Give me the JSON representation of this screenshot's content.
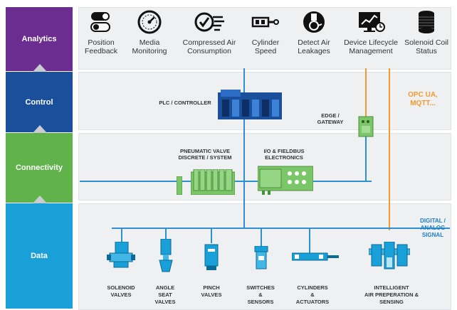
{
  "layers": {
    "analytics": "Analytics",
    "control": "Control",
    "connectivity": "Connectivity",
    "data": "Data"
  },
  "colors": {
    "analytics": "#6b2d8f",
    "control": "#1a4f9c",
    "connectivity": "#5fb34a",
    "data": "#1aa0d8",
    "bus_line": "#2d8fd0",
    "opc_line": "#f29a2e",
    "device_green": "#7cc66a"
  },
  "analytics_items": [
    {
      "line1": "Position",
      "line2": "Feedback",
      "icon": "toggle-switch-icon"
    },
    {
      "line1": "Media",
      "line2": "Monitoring",
      "icon": "gauge-icon"
    },
    {
      "line1": "Compressed Air",
      "line2": "Consumption",
      "icon": "air-flow-icon"
    },
    {
      "line1": "Cylinder",
      "line2": "Speed",
      "icon": "cylinder-icon"
    },
    {
      "line1": "Detect Air",
      "line2": "Leakages",
      "icon": "leak-detect-icon"
    },
    {
      "line1": "Device Lifecycle",
      "line2": "Management",
      "icon": "monitor-chart-icon"
    },
    {
      "line1": "Solenoid Coil",
      "line2": "Status",
      "icon": "coil-icon"
    }
  ],
  "control": {
    "plc_label": "PLC / CONTROLLER",
    "edge_line1": "EDGE /",
    "edge_line2": "GATEWAY",
    "protocol_line1": "OPC UA,",
    "protocol_line2": "MQTT..."
  },
  "connectivity": {
    "valve_line1": "PNEUMATIC VALVE",
    "valve_line2": "DISCRETE / SYSTEM",
    "io_line1": "I/O & FIELDBUS",
    "io_line2": "ELECTRONICS"
  },
  "data": {
    "signal_line1": "DIGITAL /",
    "signal_line2": "ANALOG",
    "signal_line3": "SIGNAL",
    "devices": [
      {
        "lines": [
          "SOLENOID",
          "VALVES"
        ]
      },
      {
        "lines": [
          "ANGLE",
          "SEAT",
          "VALVES"
        ]
      },
      {
        "lines": [
          "PINCH",
          "VALVES"
        ]
      },
      {
        "lines": [
          "SWITCHES",
          "&",
          "SENSORS"
        ]
      },
      {
        "lines": [
          "CYLINDERS",
          "&",
          "ACTUATORS"
        ]
      },
      {
        "lines": [
          "INTELLIGENT",
          "AIR PREPERATION &",
          "SENSING"
        ]
      }
    ]
  }
}
